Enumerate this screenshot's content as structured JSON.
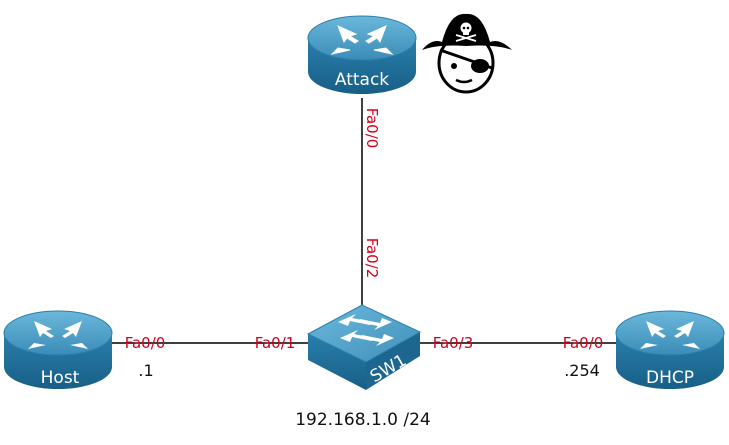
{
  "colors": {
    "router_top": "#4f9fc4",
    "router_side": "#1f6f9b",
    "port_label": "#d0021b",
    "link": "#000000"
  },
  "devices": {
    "attack": {
      "label": "Attack",
      "icon": "router-icon"
    },
    "host": {
      "label": "Host",
      "icon": "router-icon"
    },
    "dhcp": {
      "label": "DHCP",
      "icon": "router-icon"
    },
    "sw1": {
      "label": "SW1",
      "icon": "switch-icon"
    },
    "pirate": {
      "icon": "pirate-icon"
    }
  },
  "links": {
    "attack_sw1": {
      "a_port": "Fa0/0",
      "b_port": "Fa0/2"
    },
    "host_sw1": {
      "a_port": "Fa0/0",
      "b_port": "Fa0/1"
    },
    "sw1_dhcp": {
      "a_port": "Fa0/3",
      "b_port": "Fa0/0"
    }
  },
  "addresses": {
    "host": ".1",
    "dhcp": ".254"
  },
  "network": "192.168.1.0 /24"
}
